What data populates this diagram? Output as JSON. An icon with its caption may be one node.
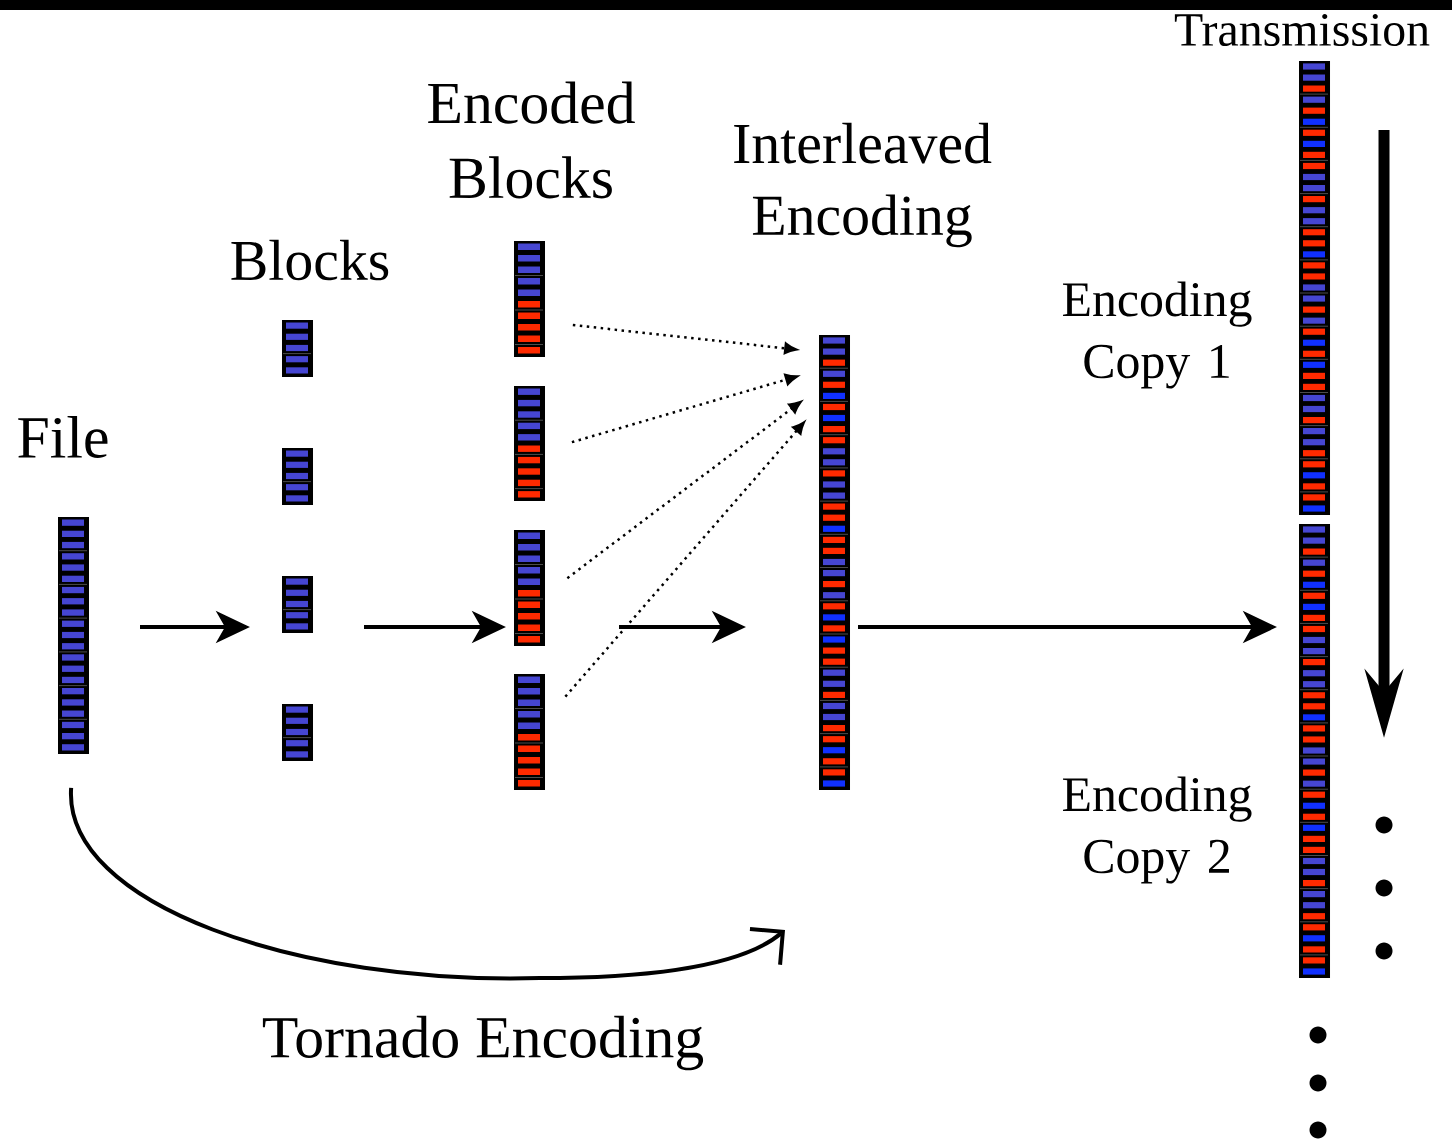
{
  "diagram": {
    "nodes": [
      {
        "text": [],
        "shape": "bar",
        "beside": [
          "File"
        ]
      },
      {
        "text": [],
        "shape": "bar",
        "beside": [
          "Blocks"
        ]
      },
      {
        "text": [],
        "shape": "bar"
      },
      {
        "text": [],
        "shape": "bar"
      },
      {
        "text": [],
        "shape": "bar"
      },
      {
        "text": [],
        "shape": "bar",
        "beside": [
          "Encoded Blocks"
        ]
      },
      {
        "text": [],
        "shape": "bar"
      },
      {
        "text": [],
        "shape": "bar"
      },
      {
        "text": [],
        "shape": "bar"
      },
      {
        "text": [],
        "shape": "bar",
        "beside": [
          "Interleaved Encoding"
        ]
      },
      {
        "text": [],
        "shape": "bar",
        "beside": [
          "Transmission",
          "Encoding Copy 1"
        ]
      },
      {
        "text": [],
        "shape": "bar",
        "beside": [
          "Encoding Copy 2"
        ]
      }
    ],
    "edges": [
      {
        "from": 0,
        "to": 3,
        "arrow": "to"
      },
      {
        "from": 3,
        "to": 7,
        "arrow": "to"
      },
      {
        "from": 7,
        "to": 9,
        "arrow": "to"
      },
      {
        "from": 9,
        "to": 11,
        "arrow": "to"
      },
      {
        "from": 5,
        "to": 9,
        "arrow": "to",
        "style": "dashed"
      },
      {
        "from": 6,
        "to": 9,
        "arrow": "to",
        "style": "dashed"
      },
      {
        "from": 7,
        "to": 9,
        "arrow": "to",
        "style": "dashed"
      },
      {
        "from": 8,
        "to": 9,
        "arrow": "to",
        "style": "dashed"
      },
      {
        "from": 0,
        "to": null,
        "arrow": "to",
        "label": "Tornado Encoding"
      }
    ]
  }
}
